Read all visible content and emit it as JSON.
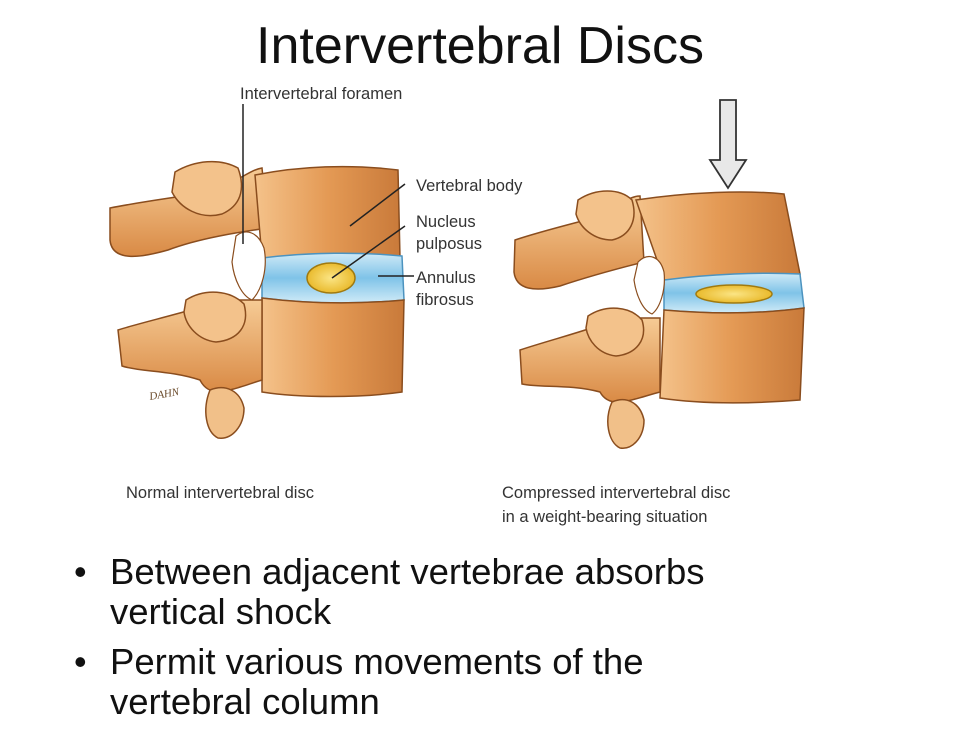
{
  "title": "Intervertebral Discs",
  "labels": {
    "foramen": "Intervertebral foramen",
    "vertebral_body": "Vertebral body",
    "nucleus_line1": "Nucleus",
    "nucleus_line2": "pulposus",
    "annulus_line1": "Annulus",
    "annulus_line2": "fibrosus"
  },
  "captions": {
    "normal": "Normal intervertebral disc",
    "compressed_line1": "Compressed intervertebral disc",
    "compressed_line2": "in a weight-bearing situation"
  },
  "signature": "DAHN",
  "bullets": [
    {
      "line1": "Between adjacent vertebrae absorbs",
      "line2": "vertical shock"
    },
    {
      "line1": "Permit various movements of the",
      "line2": "vertebral column"
    }
  ],
  "colors": {
    "bone": "#e8a05c",
    "bone_dark": "#b8692e",
    "bone_light": "#f7d2a4",
    "disc": "#7fc3e8",
    "nucleus": "#f2cc2e"
  }
}
